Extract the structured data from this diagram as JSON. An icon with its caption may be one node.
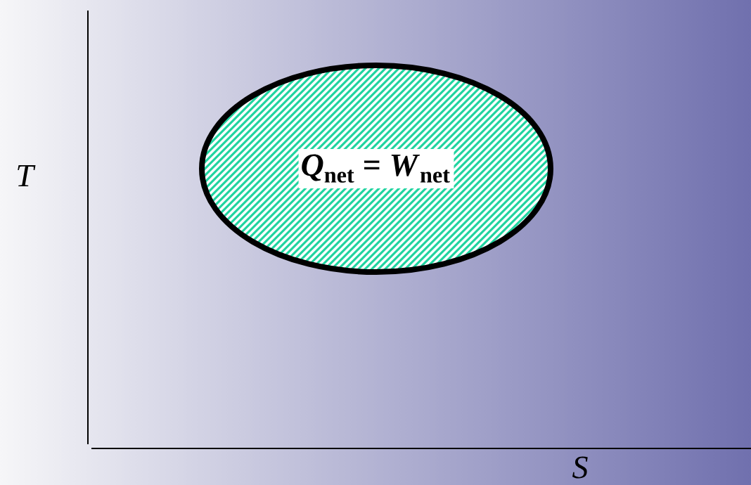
{
  "diagram": {
    "nodes": [
      {
        "text": [
          "*Q*$_{net}$ = *W*$_{net}$"
        ]
      }
    ],
    "labels": [
      "T",
      "S"
    ]
  }
}
